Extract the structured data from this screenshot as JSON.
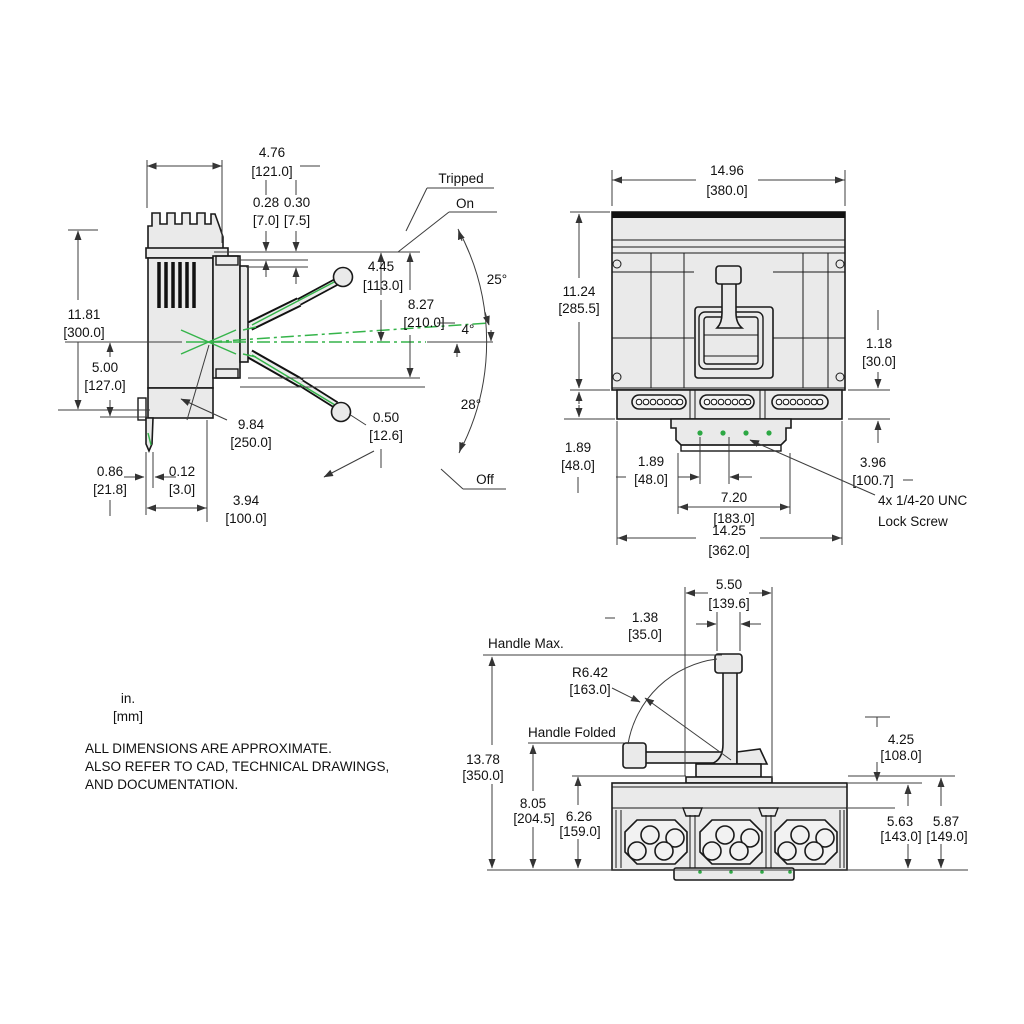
{
  "drawing": {
    "units_label": {
      "inches": "in.",
      "mm": "[mm]"
    },
    "notes": {
      "line1": "ALL DIMENSIONS ARE APPROXIMATE.",
      "line2": "ALSO REFER TO CAD, TECHNICAL DRAWINGS,",
      "line3": "AND DOCUMENTATION."
    },
    "accent_green": "#35b44a",
    "side_view": {
      "labels": {
        "tripped": "Tripped",
        "on": "On",
        "off": "Off"
      },
      "angles": {
        "on": "25°",
        "center": "4°",
        "off": "28°"
      },
      "dims": {
        "top_width": {
          "in": "4.76",
          "mm": "[121.0]"
        },
        "gap_a": {
          "in": "0.28",
          "mm": "[7.0]"
        },
        "gap_b": {
          "in": "0.30",
          "mm": "[7.5]"
        },
        "handle_rise": {
          "in": "4.45",
          "mm": "[113.0]"
        },
        "handle_span": {
          "in": "8.27",
          "mm": "[210.0]"
        },
        "overall_height": {
          "in": "11.81",
          "mm": "[300.0]"
        },
        "center_height": {
          "in": "5.00",
          "mm": "[127.0]"
        },
        "handle_reach": {
          "in": "9.84",
          "mm": "[250.0]"
        },
        "knob_dia": {
          "in": "0.50",
          "mm": "[12.6]"
        },
        "foot_offset": {
          "in": "0.86",
          "mm": "[21.8]"
        },
        "plate_gap": {
          "in": "0.12",
          "mm": "[3.0]"
        },
        "base_depth": {
          "in": "3.94",
          "mm": "[100.0]"
        }
      }
    },
    "front_view": {
      "dims": {
        "width": {
          "in": "14.96",
          "mm": "[380.0]"
        },
        "height": {
          "in": "11.24",
          "mm": "[285.5]"
        },
        "lug_height": {
          "in": "1.18",
          "mm": "[30.0]"
        },
        "base_height": {
          "in": "1.89",
          "mm": "[48.0]"
        },
        "hole_pitch": {
          "in": "1.89",
          "mm": "[48.0]"
        },
        "side_offset": {
          "in": "3.96",
          "mm": "[100.7]"
        },
        "hole_span": {
          "in": "7.20",
          "mm": "[183.0]"
        },
        "base_width": {
          "in": "14.25",
          "mm": "[362.0]"
        }
      },
      "callout": {
        "line1": "4x 1/4-20 UNC",
        "line2": "Lock Screw"
      }
    },
    "handle_view": {
      "labels": {
        "handle_max": "Handle Max.",
        "handle_folded": "Handle Folded"
      },
      "dims": {
        "plate_width": {
          "in": "5.50",
          "mm": "[139.6]"
        },
        "knob_width": {
          "in": "1.38",
          "mm": "[35.0]"
        },
        "radius": {
          "in": "R6.42",
          "mm": "[163.0]"
        },
        "max_height": {
          "in": "13.78",
          "mm": "[350.0]"
        },
        "folded_height": {
          "in": "8.05",
          "mm": "[204.5]"
        },
        "body_height": {
          "in": "6.26",
          "mm": "[159.0]"
        },
        "handle_above": {
          "in": "4.25",
          "mm": "[108.0]"
        },
        "depth_a": {
          "in": "5.63",
          "mm": "[143.0]"
        },
        "depth_b": {
          "in": "5.87",
          "mm": "[149.0]"
        }
      }
    }
  }
}
